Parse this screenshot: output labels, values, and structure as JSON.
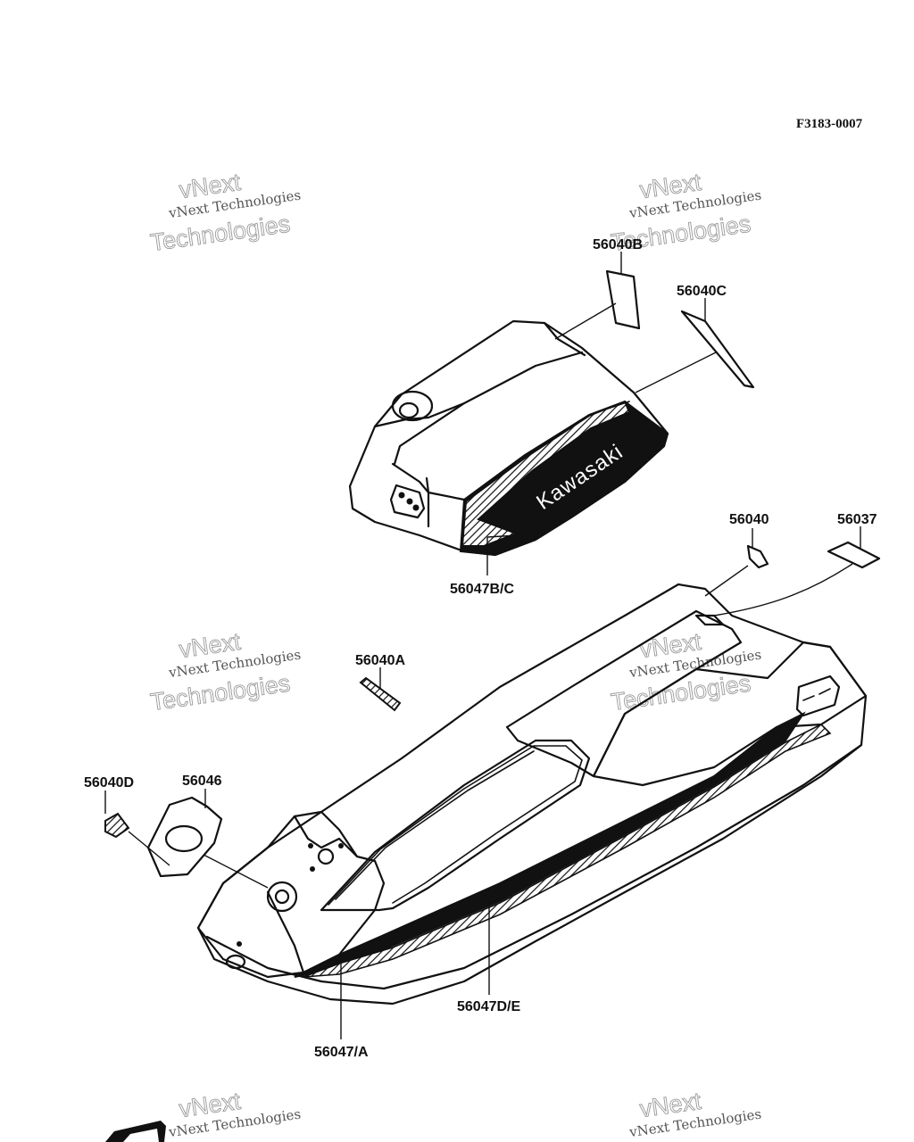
{
  "figure_id": "F3183-0007",
  "brand_text": "Kawasaki",
  "watermark": {
    "line1": "vNext",
    "line2": "vNext Technologies",
    "line3": "Technologies"
  },
  "parts": [
    {
      "id": "56040B"
    },
    {
      "id": "56040C"
    },
    {
      "id": "56047B/C"
    },
    {
      "id": "56040"
    },
    {
      "id": "56037"
    },
    {
      "id": "56040A"
    },
    {
      "id": "56040D"
    },
    {
      "id": "56046"
    },
    {
      "id": "56047D/E"
    },
    {
      "id": "56047/A"
    }
  ]
}
